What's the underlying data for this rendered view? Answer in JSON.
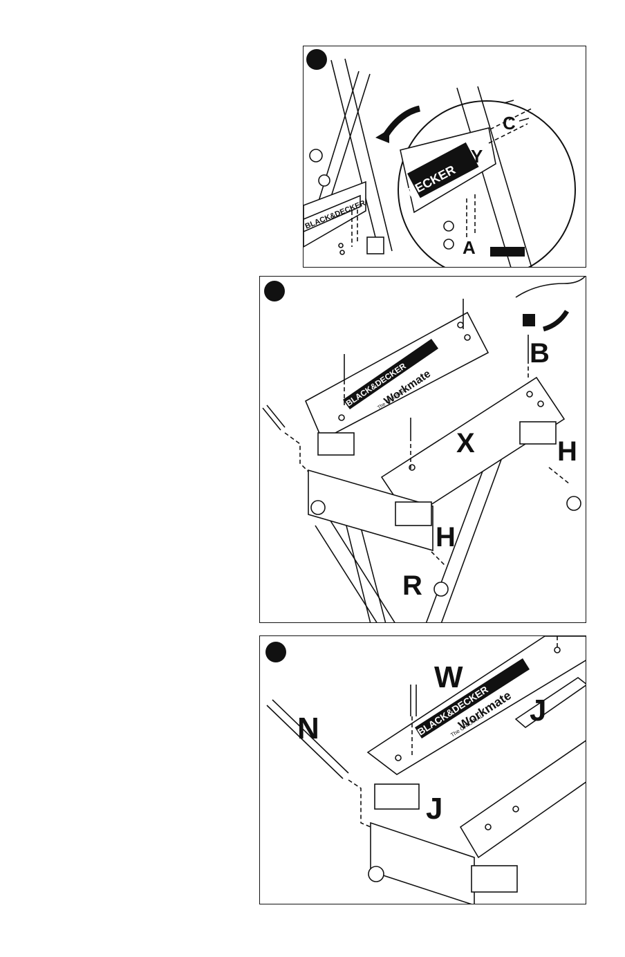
{
  "figures": [
    {
      "callouts": {
        "a": "A",
        "c": "C",
        "y": "Y"
      },
      "brand_text": "BLACK&DECKER",
      "brand_text_zoom": "DECKER"
    },
    {
      "callouts": {
        "b": "B",
        "x": "X",
        "h_right": "H",
        "h_left": "H",
        "r": "R"
      },
      "brand_text": "BLACK&DECKER",
      "product_text": "Workmate",
      "tag_text": "The ORIGINAL"
    },
    {
      "callouts": {
        "w": "W",
        "n": "N",
        "j_top": "J",
        "j_low": "J"
      },
      "brand_text": "BLACK&DECKER",
      "product_text": "Workmate",
      "tag_text": "The ORIGINAL"
    }
  ],
  "colors": {
    "ink": "#111111",
    "paper": "#ffffff"
  }
}
